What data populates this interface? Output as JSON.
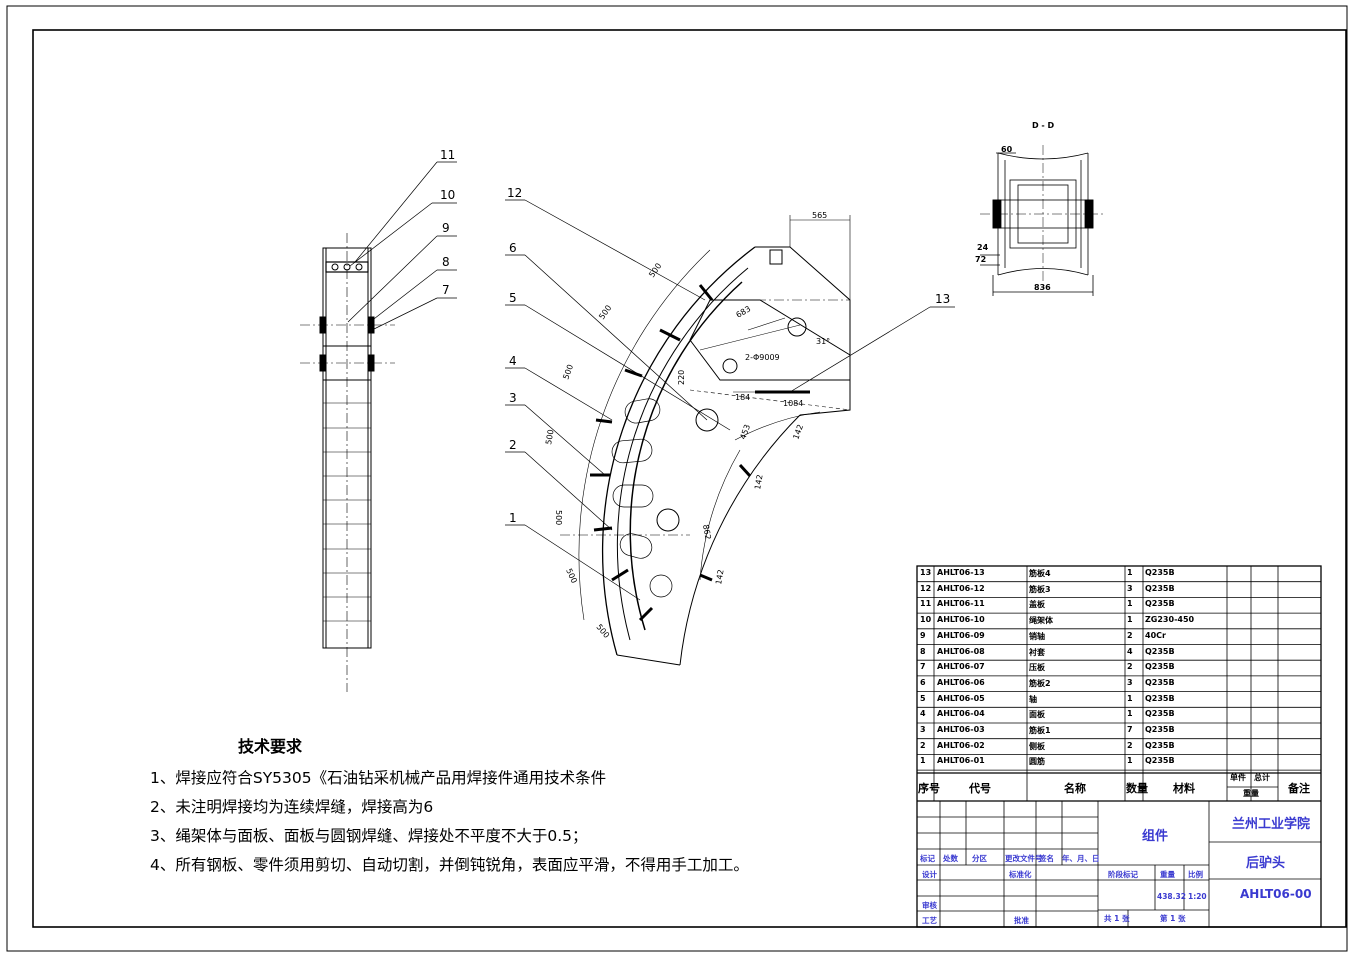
{
  "drawing": {
    "part_labels": [
      "11",
      "10",
      "9",
      "8",
      "7",
      "12",
      "6",
      "5",
      "4",
      "3",
      "2",
      "1",
      "13"
    ],
    "dimensions": [
      "565",
      "500",
      "500",
      "500",
      "500",
      "500",
      "500",
      "500",
      "683",
      "2-Φ9009",
      "31°",
      "220",
      "184",
      "1084",
      "453",
      "142",
      "142",
      "862",
      "142",
      "60"
    ],
    "section_view": {
      "title": "D  -  D",
      "dims": [
        "60",
        "24",
        "72",
        "836"
      ]
    }
  },
  "technical_requirements": {
    "title": "技术要求",
    "items": [
      "1、焊接应符合SY5305《石油钻采机械产品用焊接件通用技术条件",
      "2、未注明焊接均为连续焊缝，焊接高为6",
      "3、绳架体与面板、面板与圆钢焊缝、焊接处不平度不大于0.5；",
      "4、所有钢板、零件须用剪切、自动切割，并倒钝锐角，表面应平滑，不得用手工加工。"
    ]
  },
  "bom": {
    "rows": [
      {
        "no": "13",
        "code": "AHLT06-13",
        "name": "筋板4",
        "qty": "1",
        "material": "Q235B"
      },
      {
        "no": "12",
        "code": "AHLT06-12",
        "name": "筋板3",
        "qty": "3",
        "material": "Q235B"
      },
      {
        "no": "11",
        "code": "AHLT06-11",
        "name": "盖板",
        "qty": "1",
        "material": "Q235B"
      },
      {
        "no": "10",
        "code": "AHLT06-10",
        "name": "绳架体",
        "qty": "1",
        "material": "ZG230-450"
      },
      {
        "no": "9",
        "code": "AHLT06-09",
        "name": "销轴",
        "qty": "2",
        "material": "40Cr"
      },
      {
        "no": "8",
        "code": "AHLT06-08",
        "name": "衬套",
        "qty": "4",
        "material": "Q235B"
      },
      {
        "no": "7",
        "code": "AHLT06-07",
        "name": "压板",
        "qty": "2",
        "material": "Q235B"
      },
      {
        "no": "6",
        "code": "AHLT06-06",
        "name": "筋板2",
        "qty": "3",
        "material": "Q235B"
      },
      {
        "no": "5",
        "code": "AHLT06-05",
        "name": "轴",
        "qty": "1",
        "material": "Q235B"
      },
      {
        "no": "4",
        "code": "AHLT06-04",
        "name": "面板",
        "qty": "1",
        "material": "Q235B"
      },
      {
        "no": "3",
        "code": "AHLT06-03",
        "name": "筋板1",
        "qty": "7",
        "material": "Q235B"
      },
      {
        "no": "2",
        "code": "AHLT06-02",
        "name": "侧板",
        "qty": "2",
        "material": "Q235B"
      },
      {
        "no": "1",
        "code": "AHLT06-01",
        "name": "圆筋",
        "qty": "1",
        "material": "Q235B"
      }
    ],
    "header": {
      "no": "序号",
      "code": "代号",
      "name": "名称",
      "qty": "数量",
      "material": "材料",
      "unit": "单件",
      "total": "总计",
      "weight": "重量",
      "remark": "备注"
    }
  },
  "title_block": {
    "assembly": "组件",
    "school": "兰州工业学院",
    "part_name": "后驴头",
    "drawing_no": "AHLT06-00",
    "rev_labels": [
      "标记",
      "处数",
      "分区",
      "更改文件号",
      "签名",
      "年、月、日"
    ],
    "design": "设计",
    "standardize": "标准化",
    "review": "审核",
    "process": "工艺",
    "approve": "批准",
    "stage": "阶段标记",
    "weight_label": "重量",
    "scale_label": "比例",
    "weight": "438.32",
    "scale": "1:20",
    "sheets": "共  1  张",
    "sheet_no": "第  1  张"
  }
}
